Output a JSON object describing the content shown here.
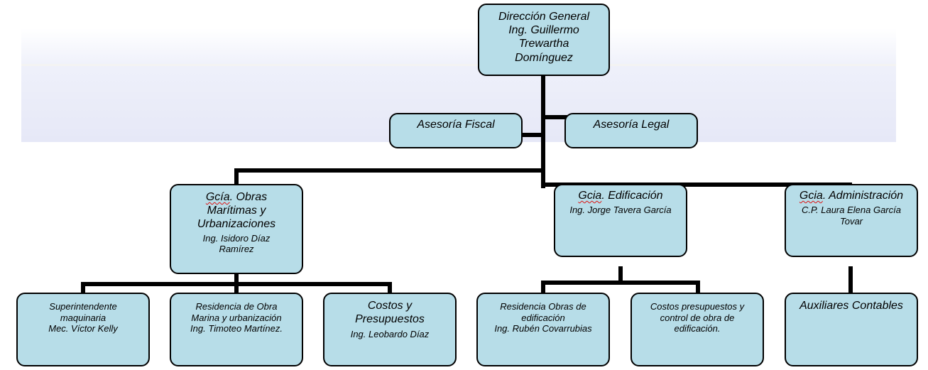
{
  "nodes": {
    "direccion": {
      "title": "Dirección General",
      "line2": "Ing. Guillermo",
      "line3": "Trewartha",
      "line4": "Domínguez"
    },
    "asesoria_fiscal": {
      "title": "Asesoría  Fiscal"
    },
    "asesoria_legal": {
      "title": "Asesoría  Legal"
    },
    "gcia_obras": {
      "prefix": "Gcía",
      "title_rest": ". Obras",
      "line2": "Marítimas y",
      "line3": "Urbanizaciones",
      "person1": "Ing.  Isidoro  Díaz",
      "person2": "Ramírez"
    },
    "gcia_edificacion": {
      "prefix": "Gcia",
      "title_rest": ". Edificación",
      "person": "Ing.  Jorge  Tavera  García"
    },
    "gcia_administracion": {
      "prefix": "Gcia",
      "title_rest": ". Administración",
      "person1": "C.P.  Laura  Elena  García",
      "person2": "Tovar"
    },
    "superintendente": {
      "line1": "Superintendente",
      "line2": "maquinaria",
      "line3": "Mec.  Víctor Kelly"
    },
    "residencia_obra": {
      "line1": "Residencia  de  Obra",
      "line2": "Marina  y urbanización",
      "line3": "Ing.  Timoteo  Martínez."
    },
    "costos_presupuestos": {
      "line1": "Costos y",
      "line2": "Presupuestos",
      "person": "Ing.  Leobardo  Díaz"
    },
    "residencia_edificacion": {
      "line1": "Residencia  Obras  de",
      "line2": "edificación",
      "line3": "Ing.  Rubén  Covarrubias"
    },
    "costos_edificacion": {
      "line1": "Costos  presupuestos  y",
      "line2": "control  de  obra  de",
      "line3": "edificación."
    },
    "auxiliares": {
      "title": "Auxiliares Contables"
    }
  }
}
